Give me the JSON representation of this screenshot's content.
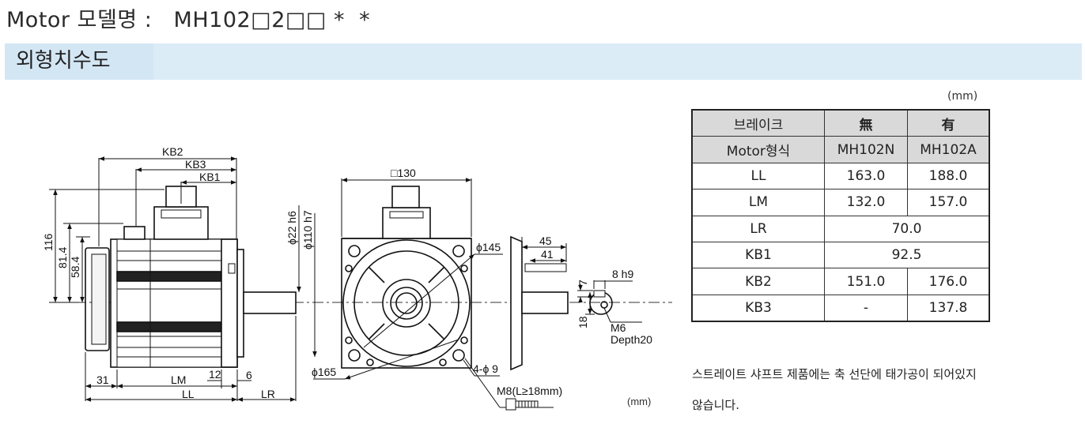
{
  "header": {
    "title": "Motor 모델명 :   MH102□2□□ *  *",
    "section_label": "외형치수도"
  },
  "drawing": {
    "side_view_labels": [
      "KB2",
      "KB3",
      "KB1",
      "116",
      "81.4",
      "58.4",
      "31",
      "LM",
      "12",
      "6",
      "LL",
      "LR",
      "ϕ22 h6",
      "ϕ110 h7"
    ],
    "front_view_labels": [
      "□130",
      "ϕ145",
      "ϕ165",
      "4-ϕ 9",
      "M8(L≥18mm)"
    ],
    "shaft_view_labels": [
      "45",
      "41",
      "7",
      "8 h9",
      "18",
      "M6",
      "Depth20"
    ],
    "unit_bottom": "(mm)"
  },
  "spec_table": {
    "unit": "(mm)",
    "header_row1": [
      "브레이크",
      "無",
      "有"
    ],
    "header_row2": [
      "Motor형식",
      "MH102N",
      "MH102A"
    ],
    "rows": [
      {
        "label": "LL",
        "n": "163.0",
        "a": "188.0"
      },
      {
        "label": "LM",
        "n": "132.0",
        "a": "157.0"
      },
      {
        "label": "LR",
        "merged": "70.0"
      },
      {
        "label": "KB1",
        "merged": "92.5"
      },
      {
        "label": "KB2",
        "n": "151.0",
        "a": "176.0"
      },
      {
        "label": "KB3",
        "n": "-",
        "a": "137.8"
      }
    ]
  },
  "notes": {
    "line1": "스트레이트 샤프트 제품에는 축 선단에 태가공이 되어있지",
    "line2": "않습니다."
  }
}
